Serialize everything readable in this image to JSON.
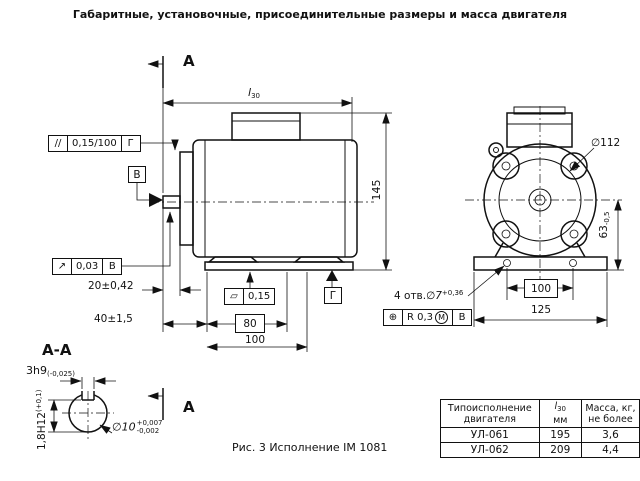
{
  "title": "Габаритные, установочные, присоединительные размеры и масса двигателя",
  "caption": "Рис. 3 Исполнение IM 1081",
  "markers": {
    "top": "А",
    "bottom": "А",
    "section": "А-А"
  },
  "side": {
    "l30_main": "l",
    "l30_sub": "30",
    "h145": "145",
    "d20": "20±0,42",
    "d40": "40±1,5",
    "d80": "80",
    "d100": "100",
    "f_par_sym": "//",
    "f_par_val": "0,15/100",
    "f_par_dat": "Г",
    "datum_b": "В",
    "f_run_sym": "↗",
    "f_run_val": "0,03",
    "f_run_dat": "В",
    "f_flat_sym": "▱",
    "f_flat_val": "0,15",
    "datum_g": "Г"
  },
  "front": {
    "dia": "∅112",
    "h63": "63",
    "h63_tol": "-0,5",
    "d100": "100",
    "d125": "125",
    "holes_note": "4 отв.",
    "holes_dia": "∅7",
    "holes_tol": "+0,36",
    "f_pos_sym": "⊕",
    "f_pos_val": "R 0,3",
    "f_pos_mod": "М",
    "f_pos_dat": "В"
  },
  "sec": {
    "key_w": "3h9",
    "key_w_tol": "(-0,025)",
    "dia": "∅10",
    "dia_tol_up": "+0,007",
    "dia_tol_dn": "-0,002",
    "depth": "1,8H12",
    "depth_tol": "(+0,1)"
  },
  "table": {
    "h_type_1": "Типоисполнение",
    "h_type_2": "двигателя",
    "h_l_main": "l",
    "h_l_sub": "30",
    "h_l_unit": "мм",
    "h_mass_1": "Масса, кг,",
    "h_mass_2": "не более",
    "rows": [
      {
        "type": "УЛ-061",
        "l30": "195",
        "mass": "3,6"
      },
      {
        "type": "УЛ-062",
        "l30": "209",
        "mass": "4,4"
      }
    ]
  }
}
